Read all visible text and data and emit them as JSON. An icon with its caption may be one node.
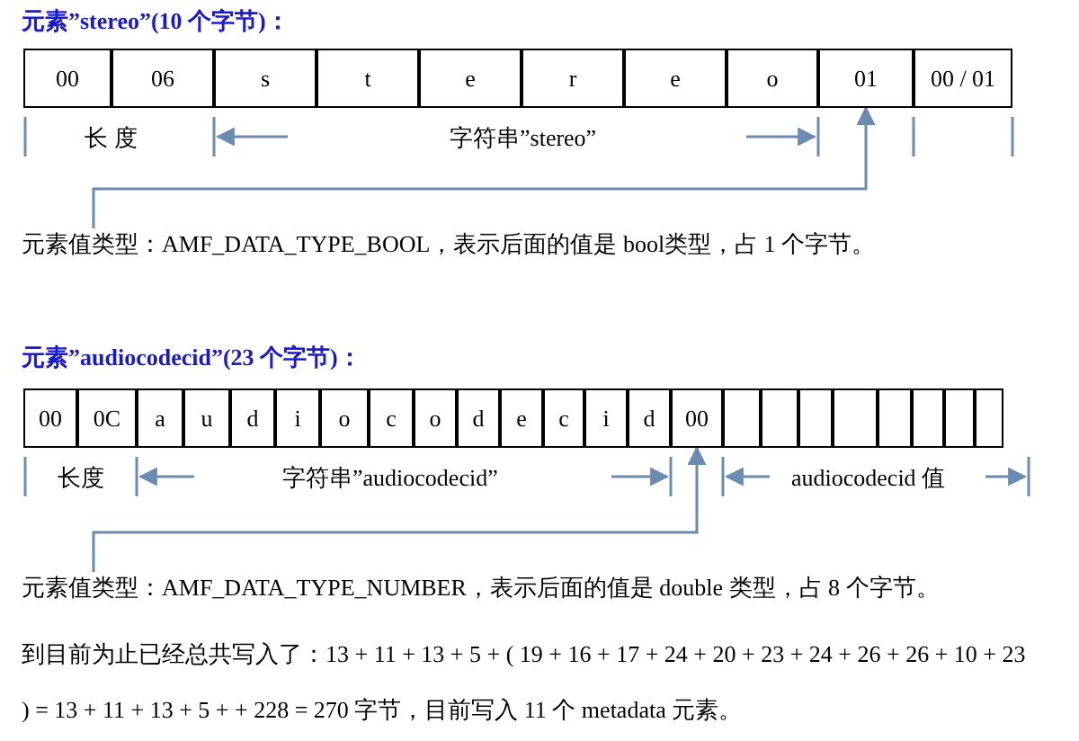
{
  "diagram": {
    "nodes": [
      {
        "text": [
          "00"
        ]
      },
      {
        "text": [
          "06"
        ]
      },
      {
        "text": [
          "s"
        ]
      },
      {
        "text": [
          "t"
        ]
      },
      {
        "text": [
          "e"
        ]
      },
      {
        "text": [
          "r"
        ]
      },
      {
        "text": [
          "e"
        ]
      },
      {
        "text": [
          "o"
        ]
      },
      {
        "text": [
          "01"
        ]
      },
      {
        "text": [
          "00 / 01"
        ]
      },
      {
        "text": [
          "元素值类型：AMF_DATA_TYPE_BOOL，表示后面的值是 bool类型，占 1 个字节。"
        ]
      },
      {
        "text": [
          "00"
        ]
      },
      {
        "text": [
          "0C"
        ]
      },
      {
        "text": [
          "a"
        ]
      },
      {
        "text": [
          "u"
        ]
      },
      {
        "text": [
          "d"
        ]
      },
      {
        "text": [
          "i"
        ]
      },
      {
        "text": [
          "o"
        ]
      },
      {
        "text": [
          "c"
        ]
      },
      {
        "text": [
          "o"
        ]
      },
      {
        "text": [
          "d"
        ]
      },
      {
        "text": [
          "e"
        ]
      },
      {
        "text": [
          "c"
        ]
      },
      {
        "text": [
          "i"
        ]
      },
      {
        "text": [
          "d"
        ]
      },
      {
        "text": [
          "00"
        ]
      },
      {
        "text": [],
        "shape": "box"
      },
      {
        "text": [],
        "shape": "box"
      },
      {
        "text": [],
        "shape": "box"
      },
      {
        "text": [],
        "shape": "box"
      },
      {
        "text": [],
        "shape": "box"
      },
      {
        "text": [],
        "shape": "box"
      },
      {
        "text": [],
        "shape": "box"
      },
      {
        "text": [],
        "shape": "box"
      },
      {
        "text": [
          "元素值类型：AMF_DATA_TYPE_NUMBER，表示后面的值是 double 类型，占 8 个字节。"
        ]
      }
    ],
    "edges": [
      {
        "from": 10,
        "to": 8,
        "arrow": "to"
      },
      {
        "from": 34,
        "to": 25,
        "arrow": "to"
      }
    ],
    "labels": [
      "元素”stereo”(10 个字节)：",
      "长 度",
      "字符串”stereo”",
      "元素”audiocodecid”(23 个字节)：",
      "长度",
      "字符串”audiocodecid”",
      "audiocodecid 值",
      "到目前为止已经总共写入了：13 + 11 + 13 + 5 + ( 19 + 16 + 17 + 24 + 20 + 23 + 24 + 26 + 26 + 10 + 23 ) = 13 + 11 + 13 + 5 + + 228 = 270 字节，目前写入 11 个 metadata 元素。"
    ]
  }
}
